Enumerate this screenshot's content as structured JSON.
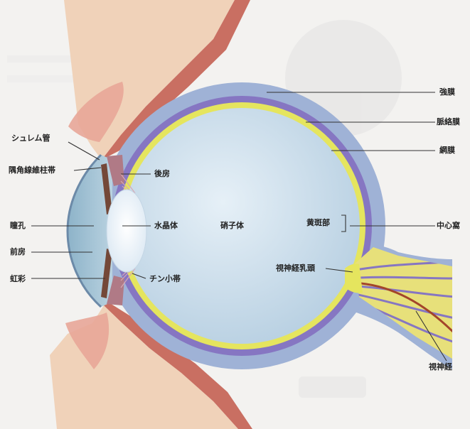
{
  "labels": {
    "schlemm": "シュレム管",
    "trabecular": "隅角線維柱帯",
    "pupil": "瞳孔",
    "anterior_chamber": "前房",
    "iris": "虹彩",
    "posterior_chamber": "後房",
    "lens": "水晶体",
    "vitreous": "硝子体",
    "zonule": "チン小帯",
    "sclera": "強膜",
    "choroid": "脈絡膜",
    "retina": "網膜",
    "macula": "黄斑部",
    "fovea": "中心窩",
    "optic_disc": "視神経乳頭",
    "optic_nerve": "視神経"
  },
  "colors": {
    "background": "#f3f2f0",
    "eyelid_skin": "#f0d2b9",
    "eyelid_muscle": "#c96f62",
    "sclera": "#9fb2d6",
    "choroid": "#8676c2",
    "retina": "#e5e55e",
    "vitreous": "#c8dcea",
    "cornea": "#9cbccf",
    "iris": "#744838",
    "lens": "#eef5fb",
    "nerve": "#e7e07a",
    "leader_line": "#333333"
  }
}
